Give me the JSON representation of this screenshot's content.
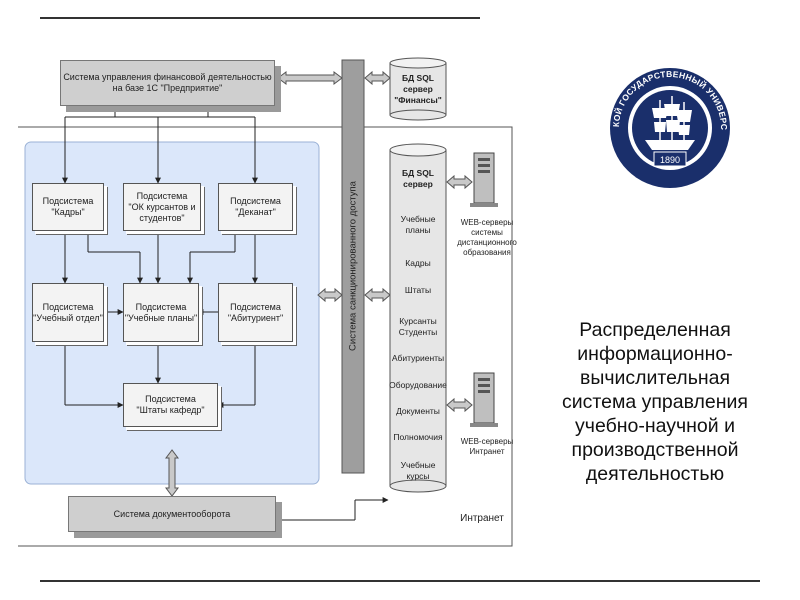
{
  "finance_system": "Система управления финансовой деятельностью\nна базе 1С \"Предприятие\"",
  "db_finance": "БД SQL\nсервер\n\"Финансы\"",
  "db_main_title": "БД SQL\nсервер",
  "db_items": [
    "Учебные\nпланы",
    "Кадры",
    "Штаты",
    "Курсанты\nСтуденты",
    "Абитуриенты",
    "Оборудование",
    "Документы",
    "Полномочия",
    "Учебные\nкурсы"
  ],
  "access_bar": "Система санкционированного доступа",
  "subsystems": {
    "kadry": "Подсистема\n\"Кадры\"",
    "ok": "Подсистема\n\"ОК курсантов и\nстудентов\"",
    "dekanat": "Подсистема\n\"Деканат\"",
    "uchotdel": "Подсистема\n\"Учебный отдел\"",
    "uchplany": "Подсистема\n\"Учебные планы\"",
    "abiturient": "Подсистема\n\"Абитуриент\"",
    "shtaty": "Подсистема\n\"Штаты кафедр\""
  },
  "doc_system": "Система документооборота",
  "web_server_1": "WEB-серверы\nсистемы\nдистанционного\nобразования",
  "web_server_2": "WEB-серверы\nИнтранет",
  "intranet_label": "Интранет",
  "logo": {
    "text": "МОРСКОЙ ГОСУДАРСТВЕННЫЙ УНИВЕРСИТЕТ",
    "year": "1890"
  },
  "slide_title": "Распределенная\nинформационно-\nвычислительная\nсистема управления\nучебно-научной и\nпроизводственной\nдеятельностью"
}
